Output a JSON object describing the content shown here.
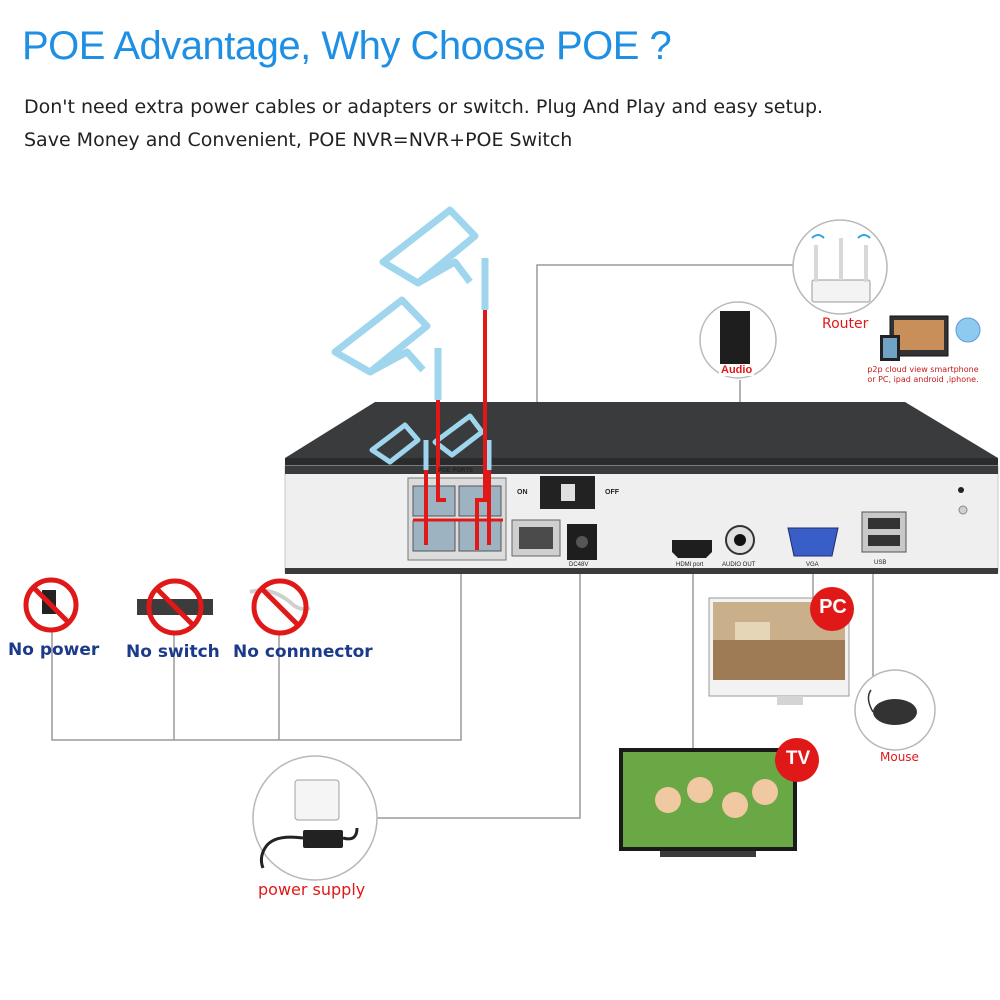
{
  "header": {
    "title": "POE Advantage, Why Choose POE ?",
    "line1": "Don't need extra power cables or adapters or switch. Plug And Play and easy setup.",
    "line2": "Save Money and Convenient, POE NVR=NVR+POE Switch"
  },
  "nvr": {
    "port_labels": {
      "poe": "POE PORTS",
      "on": "ON",
      "off": "OFF",
      "dc": "DC48V",
      "hdmi": "HDMI port",
      "audio_out": "AUDIO OUT",
      "vga": "VGA",
      "usb": "USB"
    }
  },
  "devices": {
    "router": "Router",
    "p2p_line1": "p2p cloud  view smartphone",
    "p2p_line2": "or PC, ipad android ,iphone.",
    "audio": "Audio",
    "pc": "PC",
    "tv": "TV",
    "mouse": "Mouse",
    "power_supply": "power supply"
  },
  "no_items": {
    "power": "No power",
    "switch": "No switch",
    "connector": "No connnector"
  },
  "colors": {
    "title_blue": "#1f8fe3",
    "label_navy": "#1c3a8a",
    "accent_red": "#e01818",
    "camera_blue": "#9fd6ee"
  }
}
